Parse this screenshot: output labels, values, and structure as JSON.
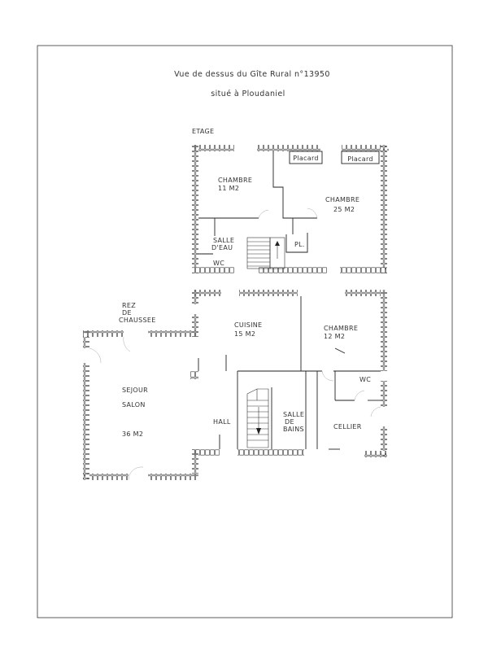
{
  "title": {
    "line1": "Vue de dessus du Gîte Rural n°13950",
    "line2": "situé à Ploudaniel"
  },
  "upper_floor": {
    "heading": "ETAGE",
    "bedroom_small": {
      "name": "CHAMBRE",
      "area": "11 M2"
    },
    "bedroom_large": {
      "name": "CHAMBRE",
      "area": "25 M2"
    },
    "closet_left": "Placard",
    "closet_right": "Placard",
    "shower_room_line1": "SALLE",
    "shower_room_line2": "D'EAU",
    "wc": "WC",
    "landing": "PL."
  },
  "ground_floor": {
    "heading_line1": "REZ",
    "heading_line2": "DE",
    "heading_line3": "CHAUSSEE",
    "kitchen": {
      "name": "CUISINE",
      "area": "15 M2"
    },
    "bedroom": {
      "name": "CHAMBRE",
      "area": "12 M2"
    },
    "wc": "WC",
    "living_line1": "SEJOUR",
    "living_line2": "SALON",
    "living_area": "36 M2",
    "hall": "HALL",
    "bathroom_line1": "SALLE",
    "bathroom_line2": "DE",
    "bathroom_line3": "BAINS",
    "storage": "CELLIER"
  }
}
